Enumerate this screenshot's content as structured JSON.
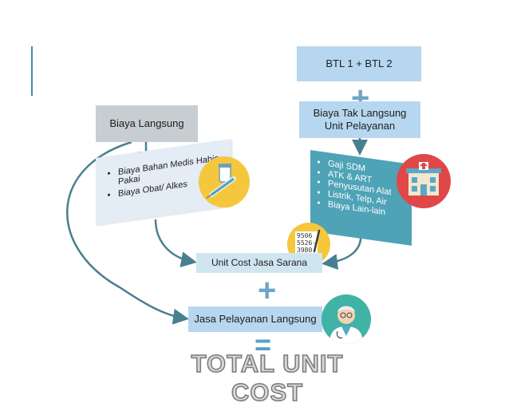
{
  "diagram": {
    "box_biaya_langsung": "Biaya Langsung",
    "box_btl": "BTL 1 + BTL 2",
    "box_biaya_tak_langsung_line1": "Biaya Tak Langsung",
    "box_biaya_tak_langsung_line2": "Unit Pelayanan",
    "left_card_items": [
      "Biaya Bahan Medis Habis Pakai",
      "Biaya Obat/ Alkes"
    ],
    "right_card_items": [
      "Gaji SDM",
      "ATK & ART",
      "Penyusutan Alat",
      "Listrik, Telp, Air",
      "Biaya Lain-lain"
    ],
    "calc_lines": [
      "9506",
      "5526-",
      "3980"
    ],
    "box_unit_cost": "Unit Cost Jasa Sarana",
    "box_jasa_pelayanan": "Jasa Pelayanan Langsung",
    "total": "TOTAL UNIT COST"
  },
  "colors": {
    "accent_blue": "#b6d7ef",
    "teal": "#4fa3b7",
    "plus": "#6fa5c8",
    "gray_box": "#c7cdd1",
    "arrow": "#4a7f90"
  },
  "icons": [
    "syringe-medicine-icon",
    "hospital-icon",
    "calculator-pen-icon",
    "doctor-avatar-icon",
    "plus-icon",
    "equals-icon"
  ]
}
